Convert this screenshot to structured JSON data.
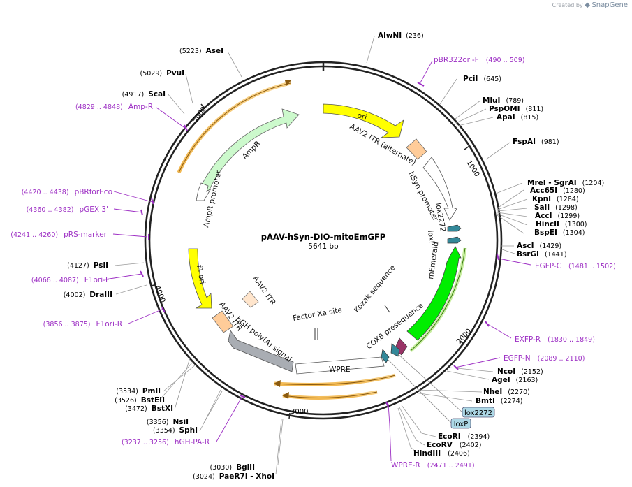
{
  "credit": {
    "prefix": "Created by",
    "brand": "SnapGene"
  },
  "plasmid": {
    "name": "pAAV-hSyn-DIO-mitoEmGFP",
    "size": "5641 bp"
  },
  "ticks": [
    "1000",
    "2000",
    "3000",
    "4000",
    "5000"
  ],
  "features": [
    {
      "name": "ori"
    },
    {
      "name": "AmpR"
    },
    {
      "name": "AmpR promoter"
    },
    {
      "name": "f1 ori"
    },
    {
      "name": "AAV2 ITR (alternate)"
    },
    {
      "name": "hSyn promoter"
    },
    {
      "name": "lox2272"
    },
    {
      "name": "loxP"
    },
    {
      "name": "mEmerald"
    },
    {
      "name": "COX8 presequence"
    },
    {
      "name": "Kozak sequence"
    },
    {
      "name": "Factor Xa site"
    },
    {
      "name": "WPRE"
    },
    {
      "name": "hGH poly(A) signal"
    },
    {
      "name": "AAV2 ITR"
    },
    {
      "name": "AAV2 ITR"
    }
  ],
  "sites": [
    {
      "name": "AlwNI",
      "pos": "(236)"
    },
    {
      "name": "PciI",
      "pos": "(645)"
    },
    {
      "name": "MluI",
      "pos": "(789)"
    },
    {
      "name": "PspOMI",
      "pos": "(811)"
    },
    {
      "name": "ApaI",
      "pos": "(815)"
    },
    {
      "name": "FspAI",
      "pos": "(981)"
    },
    {
      "name": "MreI  - SgrAI",
      "pos": "(1204)"
    },
    {
      "name": "Acc65I",
      "pos": "(1280)"
    },
    {
      "name": "KpnI",
      "pos": "(1284)"
    },
    {
      "name": "SalI",
      "pos": "(1298)"
    },
    {
      "name": "AccI",
      "pos": "(1299)"
    },
    {
      "name": "HincII",
      "pos": "(1300)"
    },
    {
      "name": "BspEI",
      "pos": "(1304)"
    },
    {
      "name": "AscI",
      "pos": "(1429)"
    },
    {
      "name": "BsrGI",
      "pos": "(1441)"
    },
    {
      "name": "NcoI",
      "pos": "(2152)"
    },
    {
      "name": "AgeI",
      "pos": "(2163)"
    },
    {
      "name": "NheI",
      "pos": "(2270)"
    },
    {
      "name": "BmtI",
      "pos": "(2274)"
    },
    {
      "name": "EcoRI",
      "pos": "(2394)"
    },
    {
      "name": "EcoRV",
      "pos": "(2402)"
    },
    {
      "name": "HindIII",
      "pos": "(2406)"
    },
    {
      "name": "BglII",
      "pos": "(3030)"
    },
    {
      "name": "PaeR7I - XhoI",
      "pos": "(3024)"
    },
    {
      "name": "NsiI",
      "pos": "(3356)"
    },
    {
      "name": "SphI",
      "pos": "(3354)"
    },
    {
      "name": "PmlI",
      "pos": "(3534)"
    },
    {
      "name": "BstEII",
      "pos": "(3526)"
    },
    {
      "name": "BstXI",
      "pos": "(3472)"
    },
    {
      "name": "PsiI",
      "pos": "(4127)"
    },
    {
      "name": "DraIII",
      "pos": "(4002)"
    },
    {
      "name": "ScaI",
      "pos": "(4917)"
    },
    {
      "name": "PvuI",
      "pos": "(5029)"
    },
    {
      "name": "AseI",
      "pos": "(5223)"
    }
  ],
  "primers": [
    {
      "name": "pBR322ori-F",
      "range": "(490 .. 509)"
    },
    {
      "name": "EGFP-C",
      "range": "(1481 .. 1502)"
    },
    {
      "name": "EXFP-R",
      "range": "(1830 .. 1849)"
    },
    {
      "name": "EGFP-N",
      "range": "(2089 .. 2110)"
    },
    {
      "name": "WPRE-R",
      "range": "(2471 .. 2491)"
    },
    {
      "name": "hGH-PA-R",
      "range": "(3237 .. 3256)"
    },
    {
      "name": "F1ori-R",
      "range": "(3856 .. 3875)"
    },
    {
      "name": "F1ori-F",
      "range": "(4066 .. 4087)"
    },
    {
      "name": "pRS-marker",
      "range": "(4241 .. 4260)"
    },
    {
      "name": "pGEX 3'",
      "range": "(4360 .. 4382)"
    },
    {
      "name": "pBRforEco",
      "range": "(4420 .. 4438)"
    },
    {
      "name": "Amp-R",
      "range": "(4829 .. 4848)"
    }
  ],
  "boxed_labels": [
    "lox2272",
    "loxP"
  ],
  "colors": {
    "ori": "#ffff00",
    "AmpR": "#ccf9cc",
    "ITR": "#ffcc99",
    "mEmerald": "#00ee00",
    "COX8": "#993366",
    "lox": "#338899",
    "polyA": "#a9adb3",
    "primer": "#9d2fc4",
    "orf": "#f5b03c"
  }
}
